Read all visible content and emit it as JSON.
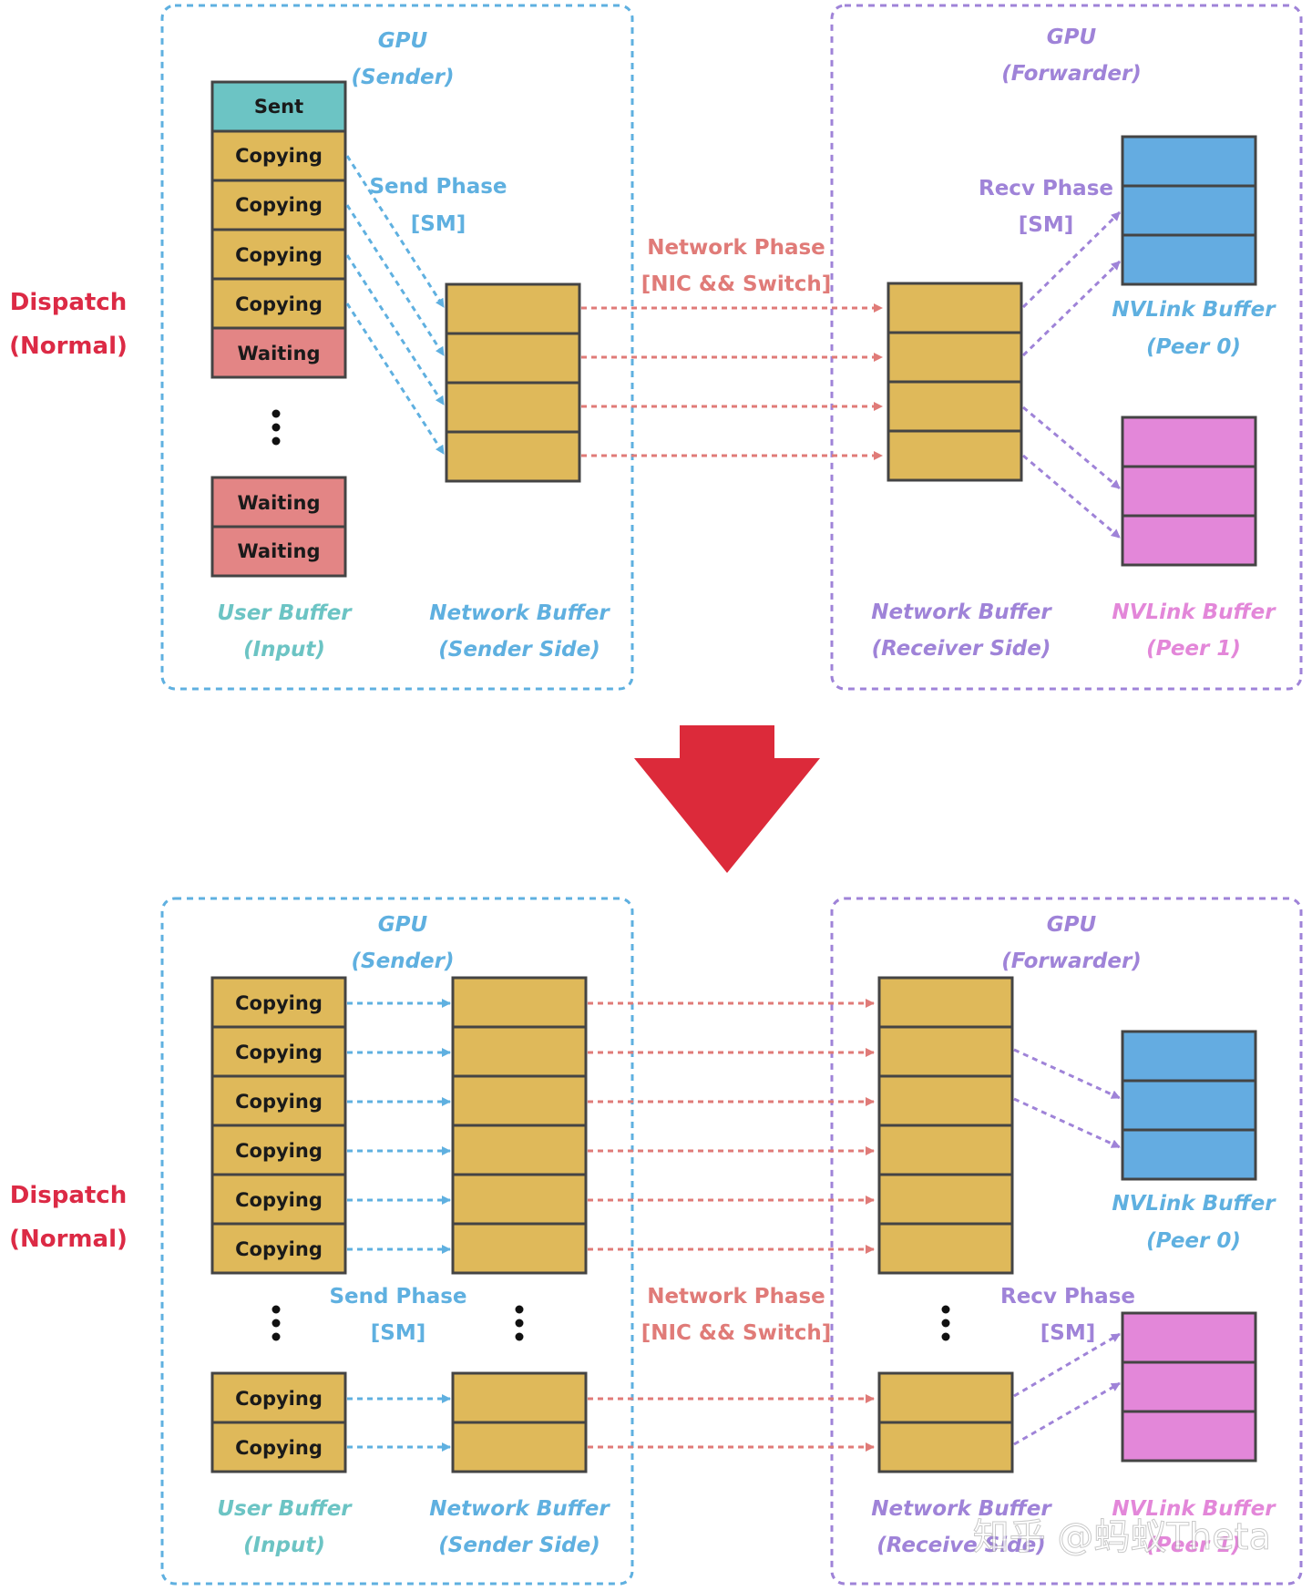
{
  "colors": {
    "sender_border": "#5fb0e0",
    "forwarder_border": "#9f83d8",
    "network_arrow": "#e07b78",
    "send_arrow": "#5fb0e0",
    "recv_arrow": "#9f83d8",
    "cell_copying": "#dfb95a",
    "cell_sent": "#6cc4c4",
    "cell_waiting": "#e38585",
    "cell_peer0": "#64ace1",
    "cell_peer1": "#e387d9",
    "dispatch": "#dc2a45",
    "user_buffer": "#6cc4c4",
    "big_arrow": "#dc2a3a"
  },
  "top": {
    "dispatch_label": [
      "Dispatch",
      "(Normal)"
    ],
    "sender_title": [
      "GPU",
      "(Sender)"
    ],
    "forwarder_title": [
      "GPU",
      "(Forwarder)"
    ],
    "send_phase": [
      "Send Phase",
      "[SM]"
    ],
    "network_phase": [
      "Network Phase",
      "[NIC && Switch]"
    ],
    "recv_phase": [
      "Recv Phase",
      "[SM]"
    ],
    "user_buffer_cells": [
      "Sent",
      "Copying",
      "Copying",
      "Copying",
      "Copying",
      "Waiting"
    ],
    "user_buffer_cells_lower": [
      "Waiting",
      "Waiting"
    ],
    "user_buffer_label": [
      "User Buffer",
      "(Input)"
    ],
    "network_buffer_sender_label": [
      "Network Buffer",
      "(Sender Side)"
    ],
    "network_buffer_receiver_label": [
      "Network Buffer",
      "(Receiver Side)"
    ],
    "nvlink_peer0_label": [
      "NVLink Buffer",
      "(Peer 0)"
    ],
    "nvlink_peer1_label": [
      "NVLink Buffer",
      "(Peer 1)"
    ]
  },
  "bottom": {
    "dispatch_label": [
      "Dispatch",
      "(Normal)"
    ],
    "sender_title": [
      "GPU",
      "(Sender)"
    ],
    "forwarder_title": [
      "GPU",
      "(Forwarder)"
    ],
    "send_phase": [
      "Send Phase",
      "[SM]"
    ],
    "network_phase": [
      "Network Phase",
      "[NIC && Switch]"
    ],
    "recv_phase": [
      "Recv Phase",
      "[SM]"
    ],
    "user_buffer_cells": [
      "Copying",
      "Copying",
      "Copying",
      "Copying",
      "Copying",
      "Copying"
    ],
    "user_buffer_cells_lower": [
      "Copying",
      "Copying"
    ],
    "user_buffer_label": [
      "User Buffer",
      "(Input)"
    ],
    "network_buffer_sender_label": [
      "Network Buffer",
      "(Sender Side)"
    ],
    "network_buffer_receiver_label": [
      "Network Buffer",
      "(Receive Side)"
    ],
    "nvlink_peer0_label": [
      "NVLink Buffer",
      "(Peer 0)"
    ],
    "nvlink_peer1_label": [
      "NVLink Buffer",
      "(Peer 1)"
    ]
  },
  "watermark": "知乎 @蚂蚁Theta"
}
